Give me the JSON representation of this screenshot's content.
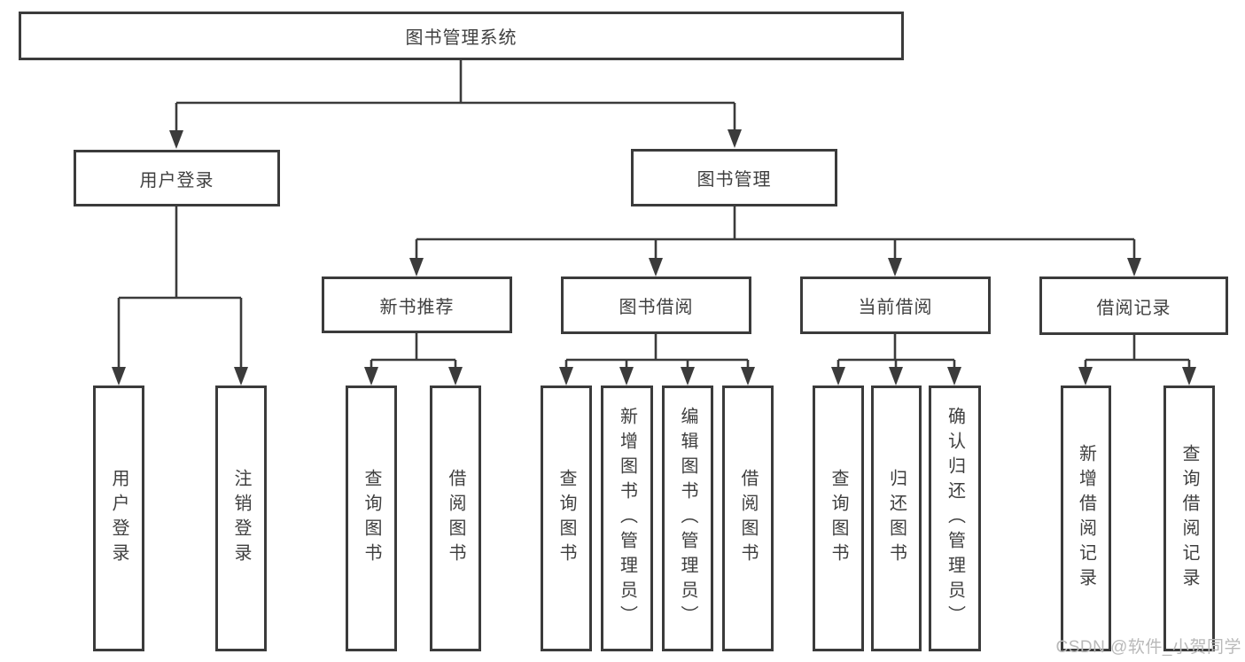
{
  "colors": {
    "border": "#3b3b3b",
    "line": "#3b3b3b",
    "text": "#3f3f3f",
    "watermark": "#b9b9b9",
    "background": "#ffffff"
  },
  "watermark": "CSDN @软件_小贺同学",
  "root": {
    "label": "图书管理系统"
  },
  "level2": {
    "user_login": {
      "label": "用户登录"
    },
    "book_mgmt": {
      "label": "图书管理"
    }
  },
  "level3": {
    "new_books": {
      "label": "新书推荐"
    },
    "book_borrow": {
      "label": "图书借阅"
    },
    "current_borrow": {
      "label": "当前借阅"
    },
    "borrow_records": {
      "label": "借阅记录"
    }
  },
  "leaves": {
    "user_login": [
      "用户登录",
      "注销登录"
    ],
    "new_books": [
      "查询图书",
      "借阅图书"
    ],
    "book_borrow": [
      "查询图书",
      "新增图书（管理员）",
      "编辑图书（管理员）",
      "借阅图书"
    ],
    "current_borrow": [
      "查询图书",
      "归还图书",
      "确认归还（管理员）"
    ],
    "borrow_records": [
      "新增借阅记录",
      "查询借阅记录"
    ]
  }
}
